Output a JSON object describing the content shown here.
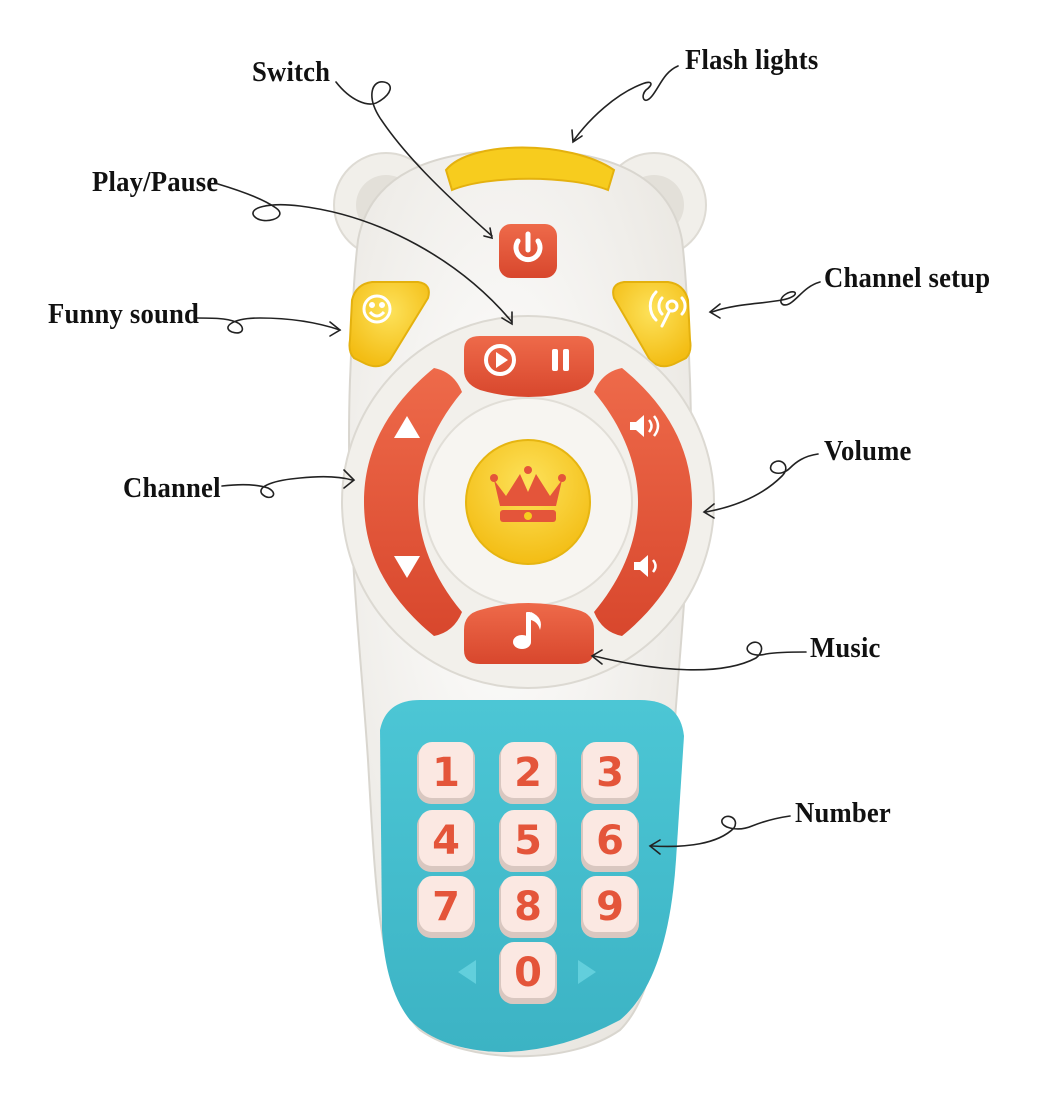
{
  "labels": {
    "switch": "Switch",
    "flash_lights": "Flash lights",
    "play_pause": "Play/Pause",
    "channel_setup": "Channel setup",
    "funny_sound": "Funny sound",
    "volume": "Volume",
    "channel": "Channel",
    "music": "Music",
    "number": "Number"
  },
  "keypad": {
    "digits": [
      "1",
      "2",
      "3",
      "4",
      "5",
      "6",
      "7",
      "8",
      "9",
      "0"
    ]
  },
  "colors": {
    "body": "#f4f2ee",
    "accent_orange": "#e4553a",
    "accent_yellow": "#f7cc1e",
    "keypad_teal": "#45bfcf",
    "key_face": "#fbe8e2",
    "leader_line": "#222222"
  },
  "icons": {
    "power": "power-icon",
    "play": "play-icon",
    "pause": "pause-icon",
    "up": "triangle-up-icon",
    "down": "triangle-down-icon",
    "volume_up": "speaker-loud-icon",
    "volume_down": "speaker-soft-icon",
    "music": "music-note-icon",
    "crown": "crown-icon",
    "smiley": "smiley-face-icon",
    "signal": "signal-icon"
  }
}
